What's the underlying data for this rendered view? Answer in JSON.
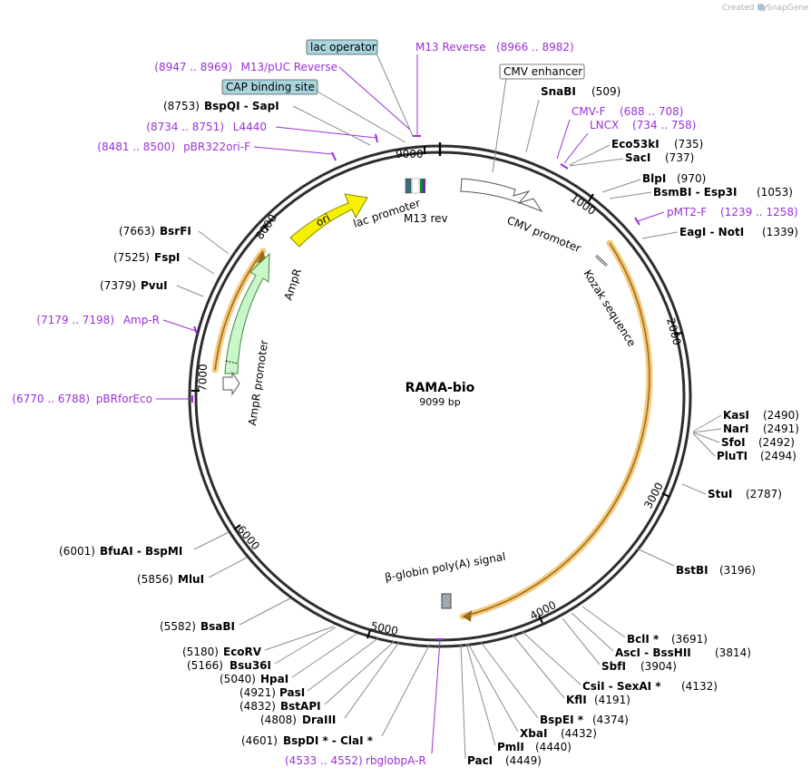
{
  "credit": {
    "created_by": "Created by",
    "brand": "SnapGene"
  },
  "plasmid": {
    "name": "RAMA-bio",
    "size": "9099 bp"
  },
  "coordinates": [
    "9000",
    "1000",
    "2000",
    "3000",
    "4000",
    "5000",
    "6000",
    "7000",
    "8000"
  ],
  "features": {
    "lac_operator": "lac operator",
    "cap_binding_site": "CAP binding site",
    "cmv_enhancer": "CMV enhancer",
    "ori": "ori",
    "lac_promoter": "lac promoter",
    "m13_rev": "M13 rev",
    "cmv_promoter": "CMV promoter",
    "kozak": "Kozak sequence",
    "ampr": "AmpR",
    "ampr_promoter": "AmpR promoter",
    "polya": "β-globin poly(A) signal"
  },
  "enzymes": [
    {
      "name": "SnaBI",
      "num": "(509)"
    },
    {
      "name": "Eco53kI",
      "num": "(735)"
    },
    {
      "name": "SacI",
      "num": "(737)"
    },
    {
      "name": "BlpI",
      "num": "(970)"
    },
    {
      "name": "BsmBI  -  Esp3I",
      "num": "(1053)"
    },
    {
      "name": "EagI  -  NotI",
      "num": "(1339)"
    },
    {
      "name": "KasI",
      "num": "(2490)"
    },
    {
      "name": "NarI",
      "num": "(2491)"
    },
    {
      "name": "SfoI",
      "num": "(2492)"
    },
    {
      "name": "PluTI",
      "num": "(2494)"
    },
    {
      "name": "StuI",
      "num": "(2787)"
    },
    {
      "name": "BstBI",
      "num": "(3196)"
    },
    {
      "name": "BclI *",
      "num": "(3691)"
    },
    {
      "name": "AscI  -  BssHII",
      "num": "(3814)"
    },
    {
      "name": "SbfI",
      "num": "(3904)"
    },
    {
      "name": "CsiI  -  SexAI *",
      "num": "(4132)"
    },
    {
      "name": "KflI",
      "num": "(4191)"
    },
    {
      "name": "BspEI *",
      "num": "(4374)"
    },
    {
      "name": "XbaI",
      "num": "(4432)"
    },
    {
      "name": "PmlI",
      "num": "(4440)"
    },
    {
      "name": "PacI",
      "num": "(4449)"
    },
    {
      "name": "BspDI *  -  ClaI *",
      "num": "(4601)"
    },
    {
      "name": "DraIII",
      "num": "(4808)"
    },
    {
      "name": "BstAPI",
      "num": "(4832)"
    },
    {
      "name": "PasI",
      "num": "(4921)"
    },
    {
      "name": "HpaI",
      "num": "(5040)"
    },
    {
      "name": "Bsu36I",
      "num": "(5166)"
    },
    {
      "name": "EcoRV",
      "num": "(5180)"
    },
    {
      "name": "BsaBI",
      "num": "(5582)"
    },
    {
      "name": "MluI",
      "num": "(5856)"
    },
    {
      "name": "BfuAI  -  BspMI",
      "num": "(6001)"
    },
    {
      "name": "PvuI",
      "num": "(7379)"
    },
    {
      "name": "FspI",
      "num": "(7525)"
    },
    {
      "name": "BsrFI",
      "num": "(7663)"
    },
    {
      "name": "BspQI  -  SapI",
      "num": "(8753)"
    }
  ],
  "primers": [
    {
      "name": "M13 Reverse",
      "range": "(8966 .. 8982)"
    },
    {
      "name": "M13/pUC Reverse",
      "range": "(8947 .. 8969)"
    },
    {
      "name": "L4440",
      "range": "(8734 .. 8751)"
    },
    {
      "name": "pBR322ori-F",
      "range": "(8481 .. 8500)"
    },
    {
      "name": "CMV-F",
      "range": "(688 .. 708)"
    },
    {
      "name": "LNCX",
      "range": "(734 .. 758)"
    },
    {
      "name": "pMT2-F",
      "range": "(1239 .. 1258)"
    },
    {
      "name": "Amp-R",
      "range": "(7179 .. 7198)"
    },
    {
      "name": "pBRforEco",
      "range": "(6770 .. 6788)"
    },
    {
      "name": "rbglobpA-R",
      "range": "(4533 .. 4552)"
    }
  ],
  "colors": {
    "ring": "#2e2e2e",
    "ori": "#f7f000",
    "ampr": "#c9f7c9",
    "orf_highlight": "#f5c97a",
    "primer": "#9b30d9",
    "feature_box": "#a8d5de"
  }
}
